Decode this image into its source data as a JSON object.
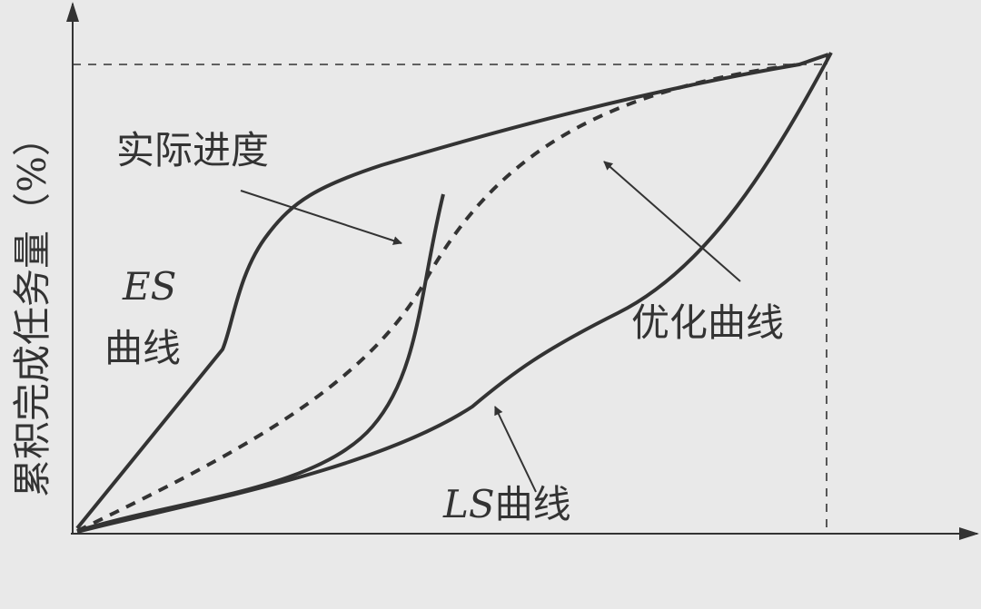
{
  "diagram": {
    "y_axis_label": "累积完成任务量（%）",
    "labels": {
      "actual_progress": "实际进度",
      "es_prefix": "ES",
      "es_suffix": "曲线",
      "optimized_curve": "优化曲线",
      "ls_prefix": "LS",
      "ls_suffix": "曲线"
    },
    "colors": {
      "background": "#e9e9e9",
      "ink": "#333333"
    }
  }
}
